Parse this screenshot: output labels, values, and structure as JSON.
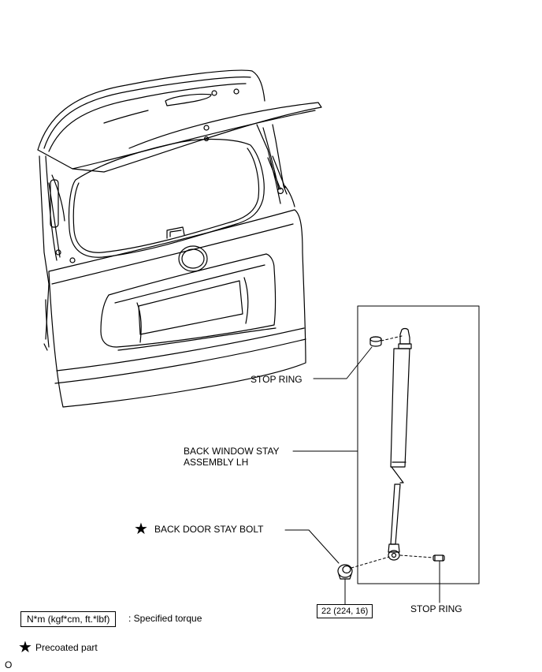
{
  "labels": {
    "stop_ring_top": "STOP RING",
    "stay_assembly_line1": "BACK WINDOW STAY",
    "stay_assembly_line2": "ASSEMBLY LH",
    "stay_bolt": "BACK DOOR STAY BOLT",
    "stop_ring_bottom": "STOP RING",
    "torque_value": "22 (224, 16)"
  },
  "legend": {
    "torque_box": "N*m (kgf*cm, ft.*lbf)",
    "torque_desc": ": Specified torque",
    "precoated_desc": "Precoated part",
    "star_symbol": "★"
  },
  "footer": {
    "code": "O"
  },
  "icons": {
    "precoat": "star-icon"
  }
}
